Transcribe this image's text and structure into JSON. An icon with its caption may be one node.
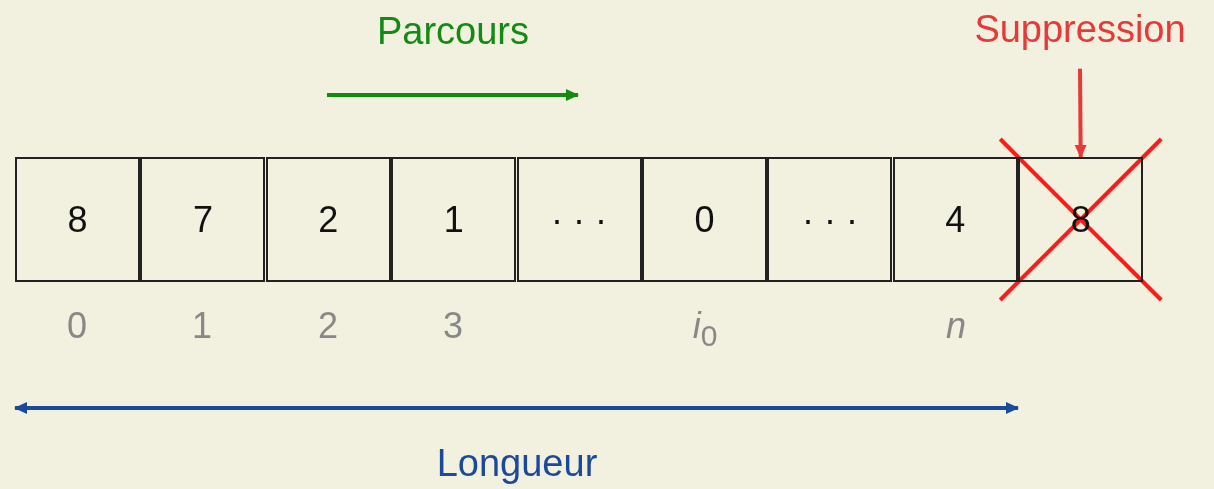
{
  "diagram": {
    "nodes": [
      {
        "text": [
          "8"
        ]
      },
      {
        "text": [
          "7"
        ]
      },
      {
        "text": [
          "2"
        ]
      },
      {
        "text": [
          "1"
        ]
      },
      {
        "text": [
          "· · ·"
        ]
      },
      {
        "text": [
          "0"
        ]
      },
      {
        "text": [
          "· · ·"
        ]
      },
      {
        "text": [
          "4"
        ]
      },
      {
        "text": [
          "8"
        ]
      },
      {
        "text": [
          "Suppression"
        ]
      }
    ],
    "edges": [
      {
        "from": 9,
        "to": 8,
        "arrow": "to",
        "color": "#e63a3a"
      }
    ],
    "labels": [
      "Parcours",
      "0",
      "1",
      "2",
      "3",
      "*i*$_{0}$",
      "n",
      "Longueur"
    ]
  }
}
